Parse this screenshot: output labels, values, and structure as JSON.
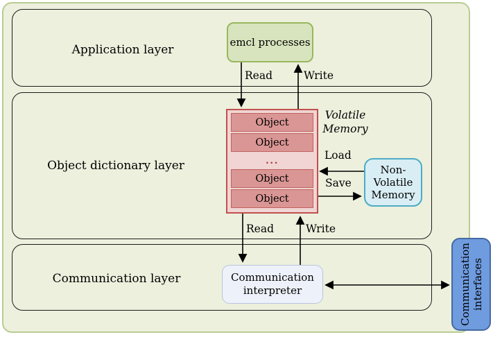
{
  "colors": {
    "panel_bg": "#edf0dd",
    "panel_border": "#b9cc92",
    "layer_border": "#1c1c1c",
    "process_fill": "#d8e4bd",
    "process_border": "#99b65e",
    "memory_stack_fill": "#f0d5d4",
    "memory_row_fill": "#d99694",
    "memory_border": "#c0504d",
    "nvm_fill": "#d9eef4",
    "nvm_border": "#4bacc6",
    "interpreter_fill": "#edf1f9",
    "interpreter_border": "#b9c5df",
    "interfaces_fill": "#6f9bdf",
    "interfaces_border": "#44699f"
  },
  "layers": {
    "application": {
      "label": "Application layer"
    },
    "object_dictionary": {
      "label": "Object dictionary layer"
    },
    "communication": {
      "label": "Communication layer"
    }
  },
  "application": {
    "process_box_label": "emcl processes"
  },
  "object_dictionary": {
    "volatile_memory_caption": "Volatile Memory",
    "stack_rows": [
      "Object",
      "Object",
      "...",
      "Object",
      "Object"
    ],
    "non_volatile_memory_lines": [
      "Non-",
      "Volatile",
      "Memory"
    ]
  },
  "communication": {
    "interpreter_label": "Communication interpreter",
    "interfaces_label": "Communication interfaces"
  },
  "arrows": {
    "read_top": "Read",
    "write_top": "Write",
    "load": "Load",
    "save": "Save",
    "read_bottom": "Read",
    "write_bottom": "Write"
  }
}
